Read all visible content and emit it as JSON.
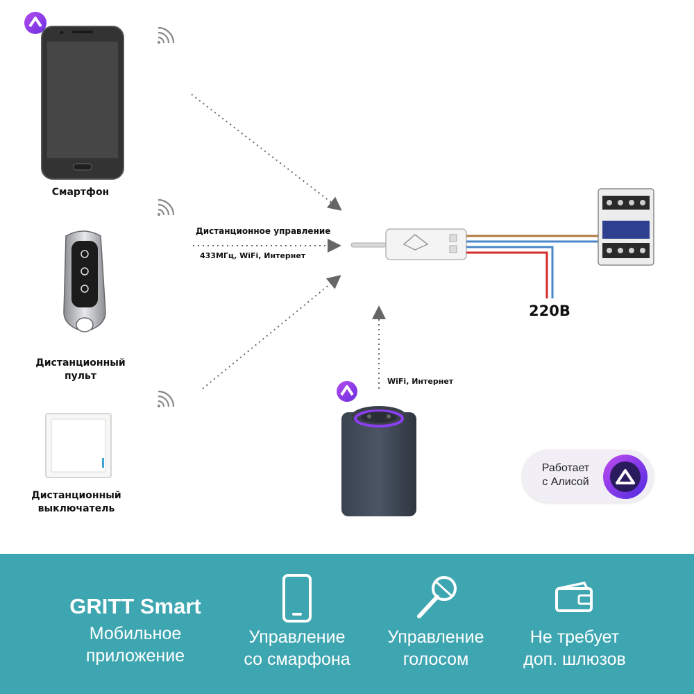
{
  "devices": {
    "smartphone": "Смартфон",
    "remote_line1": "Дистанционный",
    "remote_line2": "пульт",
    "switch_line1": "Дистанционный",
    "switch_line2": "выключатель"
  },
  "links": {
    "remote_control_line1": "Дистанционное управление",
    "remote_control_line2": "433МГц, WiFi, Интернет",
    "speaker_link": "WiFi, Интернет"
  },
  "power": {
    "voltage": "220В"
  },
  "badge": {
    "line1": "Работает",
    "line2": "с Алисой"
  },
  "footer": {
    "brand_title": "GRITT Smart",
    "brand_line1": "Мобильное",
    "brand_line2": "приложение",
    "phone_line1": "Управление",
    "phone_line2": "со смарфона",
    "voice_line1": "Управление",
    "voice_line2": "голосом",
    "gateway_line1": "Не требует",
    "gateway_line2": "доп. шлюзов"
  },
  "colors": {
    "footer_bg": "#3ea6b1",
    "alice_purple": "#8a3ff0",
    "wire_brown": "#b07a3c",
    "wire_blue": "#4a86c8",
    "wire_red": "#d52a2a"
  }
}
